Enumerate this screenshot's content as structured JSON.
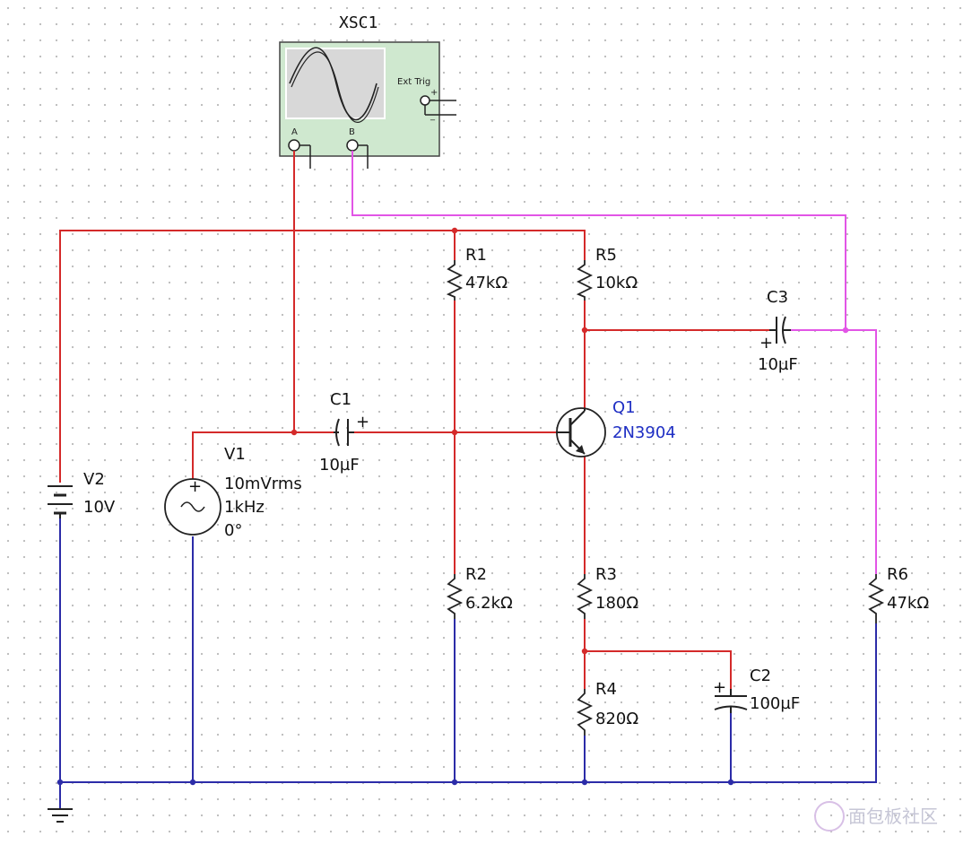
{
  "oscilloscope": {
    "name": "XSC1",
    "ext_trig_label": "Ext Trig",
    "channel_a_label": "A",
    "channel_b_label": "B",
    "plus_sign": "+",
    "minus_sign": "_"
  },
  "components": {
    "R1": {
      "name": "R1",
      "value": "47kΩ"
    },
    "R2": {
      "name": "R2",
      "value": "6.2kΩ"
    },
    "R3": {
      "name": "R3",
      "value": "180Ω"
    },
    "R4": {
      "name": "R4",
      "value": "820Ω"
    },
    "R5": {
      "name": "R5",
      "value": "10kΩ"
    },
    "R6": {
      "name": "R6",
      "value": "47kΩ"
    },
    "C1": {
      "name": "C1",
      "value": "10µF"
    },
    "C2": {
      "name": "C2",
      "value": "100µF"
    },
    "C3": {
      "name": "C3",
      "value": "10µF"
    },
    "Q1": {
      "name": "Q1",
      "model": "2N3904"
    },
    "V1": {
      "name": "V1",
      "amplitude": "10mVrms",
      "frequency": "1kHz",
      "phase": "0°"
    },
    "V2": {
      "name": "V2",
      "value": "10V"
    }
  },
  "polarity": {
    "plus": "+"
  },
  "watermark": "面包板社区",
  "colors": {
    "red_wire": "#d42a2a",
    "blue_wire": "#2c2ca8",
    "magenta_wire": "#e255e6",
    "component": "#222222",
    "transistor_label": "#1f2fc4",
    "scope_body": "#cfe8cf",
    "scope_screen": "#d8d8d8",
    "grid_dot": "#b9b9b9"
  }
}
